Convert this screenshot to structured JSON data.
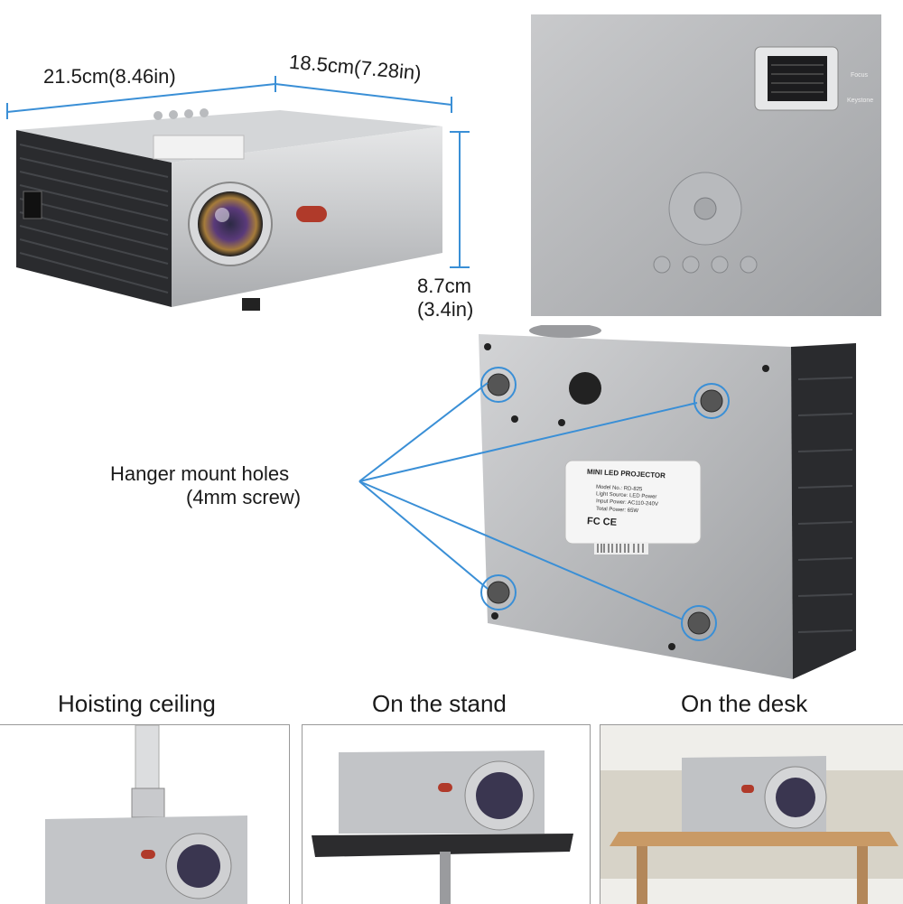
{
  "dimensions": {
    "width": "21.5cm(8.46in)",
    "depth": "18.5cm(7.28in)",
    "height_cm": "8.7cm",
    "height_in": "(3.4in)"
  },
  "annotation": {
    "line1": "Hanger mount holes",
    "line2": "(4mm screw)"
  },
  "top_view": {
    "focus_label": "Focus",
    "keystone_label": "Keystone"
  },
  "bottom_plate": {
    "title": "MINI LED PROJECTOR",
    "model": "Model No.: RD-825",
    "light_source": "Light Source: LED Power",
    "input_power": "Input Power: AC110-240V",
    "total_power": "Total Power: 65W",
    "certs": "FC CE"
  },
  "placement_labels": {
    "ceiling": "Hoisting ceiling",
    "stand": "On the stand",
    "desk": "On the desk"
  },
  "colors": {
    "dimension_line": "#3a8fd6",
    "silver": "#c4c6c8",
    "dark_grille": "#2a2b2e"
  }
}
